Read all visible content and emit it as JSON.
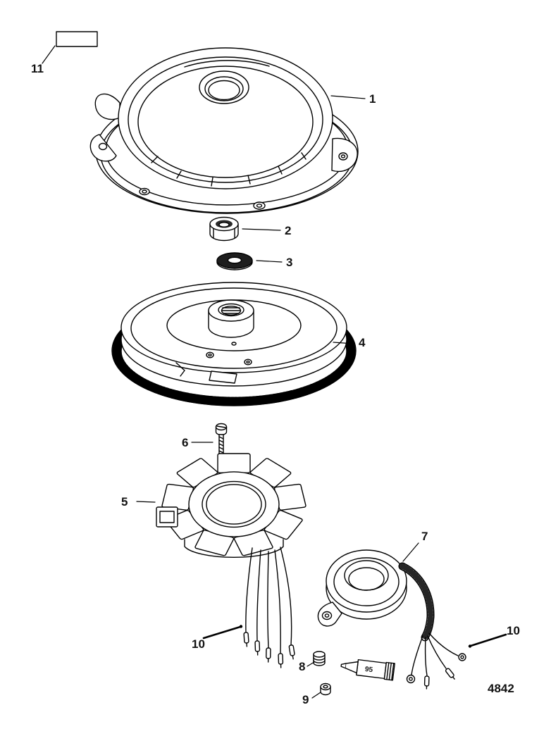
{
  "diagram": {
    "drawing_number": "4842",
    "tube_label": "95",
    "callouts": {
      "c1": "1",
      "c2": "2",
      "c3": "3",
      "c4": "4",
      "c5": "5",
      "c6": "6",
      "c7": "7",
      "c8": "8",
      "c9": "9",
      "c10_left": "10",
      "c10_right": "10",
      "c11": "11"
    }
  }
}
